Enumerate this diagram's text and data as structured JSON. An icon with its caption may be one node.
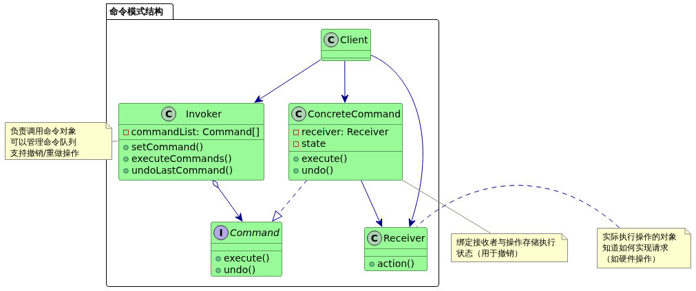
{
  "diagram": {
    "nodes": [
      {
        "text": [
          "命令模式结构"
        ]
      },
      {
        "text": [
          "Client"
        ],
        "in": 0
      },
      {
        "text": [
          "Invoker",
          "commandList: Command[]",
          "setCommand()",
          "executeCommands()",
          "undoLastCommand()"
        ],
        "in": 0
      },
      {
        "text": [
          "ConcreteCommand",
          "receiver: Receiver",
          "state",
          "execute()",
          "undo()"
        ],
        "in": 0
      },
      {
        "text": [
          "Command",
          "execute()",
          "undo()"
        ],
        "in": 0
      },
      {
        "text": [
          "Receiver",
          "action()"
        ],
        "in": 0
      },
      {
        "text": [
          "负责调用命令对象可以管理命令队列支持撤销/重做操作"
        ]
      },
      {
        "text": [
          "绑定接收者与操作存储执行状态（用于撤销）"
        ]
      },
      {
        "text": [
          "实际执行操作的对象知道如何实现请求（如硬件操作）"
        ]
      }
    ],
    "edges": [
      {
        "from": 1,
        "to": 2,
        "arrow": "to"
      },
      {
        "from": 1,
        "to": 3,
        "arrow": "to"
      },
      {
        "from": 1,
        "to": 5,
        "arrow": "to"
      },
      {
        "from": 2,
        "to": 4,
        "arrow": "to"
      },
      {
        "from": 3,
        "to": 4,
        "arrow": "to",
        "style": "dashed"
      },
      {
        "from": 3,
        "to": 5,
        "arrow": "to"
      },
      {
        "from": 6,
        "to": 2,
        "arrow": "none",
        "color": "#8a8a6a"
      },
      {
        "from": 7,
        "to": 3,
        "arrow": "none",
        "color": "#8a8a6a"
      },
      {
        "from": 8,
        "to": 5,
        "arrow": "none",
        "style": "dashed"
      }
    ],
    "labels": [
      "C",
      "C",
      "C",
      "I",
      "C"
    ]
  }
}
